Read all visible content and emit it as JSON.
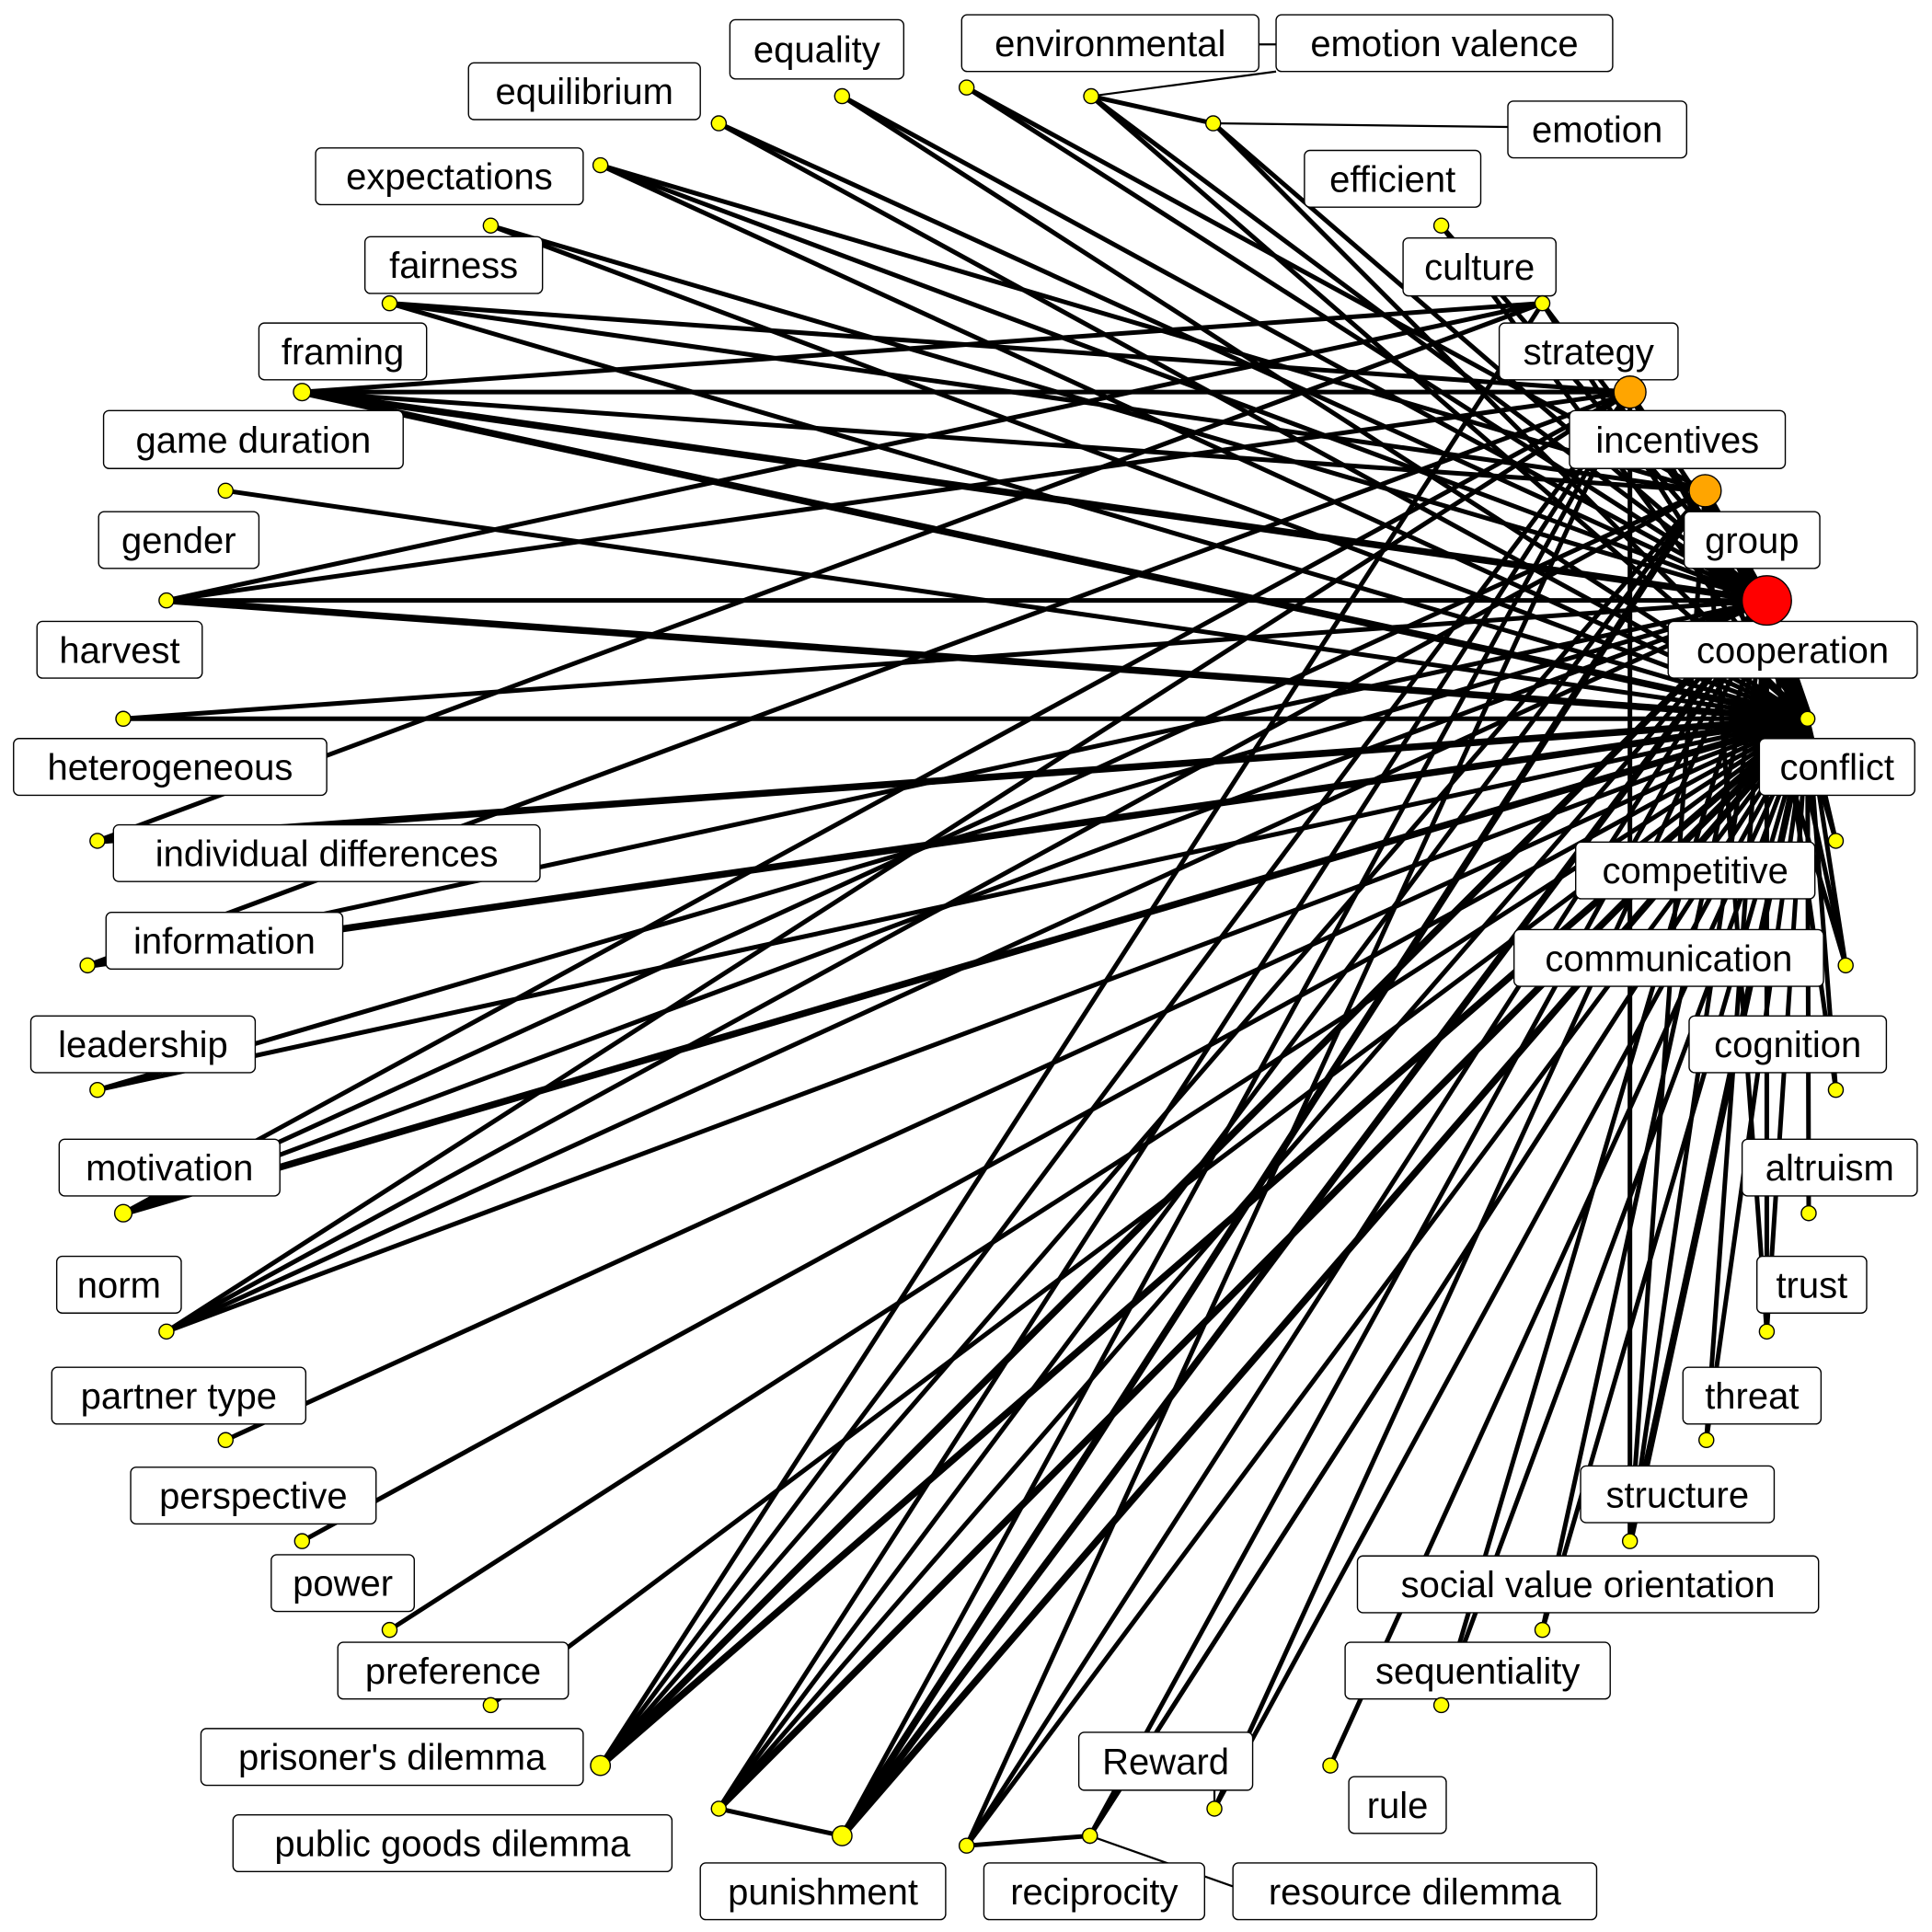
{
  "colors": {
    "edge": "#000000",
    "node_high": "#ff0000",
    "node_mid": "#ffa500",
    "node_low": "#ffff00"
  },
  "nodes": [
    {
      "id": "equality",
      "label": "equality",
      "level": "low"
    },
    {
      "id": "environmental",
      "label": "environmental",
      "level": "low"
    },
    {
      "id": "emotion_valence",
      "label": "emotion valence",
      "level": "low"
    },
    {
      "id": "equilibrium",
      "label": "equilibrium",
      "level": "low"
    },
    {
      "id": "emotion",
      "label": "emotion",
      "level": "low"
    },
    {
      "id": "expectations",
      "label": "expectations",
      "level": "low"
    },
    {
      "id": "efficient",
      "label": "efficient",
      "level": "low"
    },
    {
      "id": "culture",
      "label": "culture",
      "level": "low"
    },
    {
      "id": "fairness",
      "label": "fairness",
      "level": "low"
    },
    {
      "id": "strategy",
      "label": "strategy",
      "level": "mid"
    },
    {
      "id": "framing",
      "label": "framing",
      "level": "low"
    },
    {
      "id": "incentives",
      "label": "incentives",
      "level": "mid"
    },
    {
      "id": "game_duration",
      "label": "game duration",
      "level": "low"
    },
    {
      "id": "group",
      "label": "group",
      "level": "high"
    },
    {
      "id": "gender",
      "label": "gender",
      "level": "low"
    },
    {
      "id": "cooperation",
      "label": "cooperation",
      "level": "low"
    },
    {
      "id": "harvest",
      "label": "harvest",
      "level": "low"
    },
    {
      "id": "conflict",
      "label": "conflict",
      "level": "low"
    },
    {
      "id": "heterogeneous",
      "label": "heterogeneous",
      "level": "low"
    },
    {
      "id": "individual_differences",
      "label": "individual differences",
      "level": "low"
    },
    {
      "id": "competitive",
      "label": "competitive",
      "level": "low"
    },
    {
      "id": "communication",
      "label": "communication",
      "level": "low"
    },
    {
      "id": "information",
      "label": "information",
      "level": "low"
    },
    {
      "id": "cognition",
      "label": "cognition",
      "level": "low"
    },
    {
      "id": "leadership",
      "label": "leadership",
      "level": "low"
    },
    {
      "id": "altruism",
      "label": "altruism",
      "level": "low"
    },
    {
      "id": "motivation",
      "label": "motivation",
      "level": "low"
    },
    {
      "id": "trust",
      "label": "trust",
      "level": "low"
    },
    {
      "id": "norm",
      "label": "norm",
      "level": "low"
    },
    {
      "id": "threat",
      "label": "threat",
      "level": "low"
    },
    {
      "id": "partner_type",
      "label": "partner type",
      "level": "low"
    },
    {
      "id": "structure",
      "label": "structure",
      "level": "low"
    },
    {
      "id": "perspective",
      "label": "perspective",
      "level": "low"
    },
    {
      "id": "social_value_orientation",
      "label": "social value orientation",
      "level": "low"
    },
    {
      "id": "power",
      "label": "power",
      "level": "low"
    },
    {
      "id": "sequentiality",
      "label": "sequentiality",
      "level": "low"
    },
    {
      "id": "preference",
      "label": "preference",
      "level": "low"
    },
    {
      "id": "reward",
      "label": "Reward",
      "level": "low"
    },
    {
      "id": "prisoners_dilemma",
      "label": "prisoner's dilemma",
      "level": "low"
    },
    {
      "id": "rule",
      "label": "rule",
      "level": "low"
    },
    {
      "id": "public_goods_dilemma",
      "label": "public goods dilemma",
      "level": "low"
    },
    {
      "id": "punishment",
      "label": "punishment",
      "level": "low"
    },
    {
      "id": "reciprocity",
      "label": "reciprocity",
      "level": "low"
    },
    {
      "id": "resource_dilemma",
      "label": "resource dilemma",
      "level": "low"
    }
  ],
  "edges": [
    [
      "equality",
      "group",
      1
    ],
    [
      "equality",
      "cooperation",
      1
    ],
    [
      "environmental",
      "group",
      1
    ],
    [
      "environmental",
      "incentives",
      1
    ],
    [
      "emotion_valence",
      "emotion",
      1
    ],
    [
      "emotion_valence",
      "group",
      1
    ],
    [
      "emotion_valence",
      "cooperation",
      1
    ],
    [
      "equilibrium",
      "group",
      1
    ],
    [
      "equilibrium",
      "cooperation",
      1
    ],
    [
      "emotion",
      "cooperation",
      1
    ],
    [
      "emotion",
      "group",
      1
    ],
    [
      "expectations",
      "cooperation",
      1
    ],
    [
      "expectations",
      "incentives",
      1
    ],
    [
      "expectations",
      "group",
      1
    ],
    [
      "efficient",
      "cooperation",
      1
    ],
    [
      "efficient",
      "group",
      1
    ],
    [
      "fairness",
      "cooperation",
      1
    ],
    [
      "fairness",
      "group",
      1
    ],
    [
      "framing",
      "strategy",
      1
    ],
    [
      "framing",
      "cooperation",
      1
    ],
    [
      "framing",
      "incentives",
      1
    ],
    [
      "game_duration",
      "culture",
      1
    ],
    [
      "game_duration",
      "strategy",
      1
    ],
    [
      "game_duration",
      "incentives",
      1
    ],
    [
      "game_duration",
      "group",
      2
    ],
    [
      "game_duration",
      "cooperation",
      2
    ],
    [
      "gender",
      "cooperation",
      1
    ],
    [
      "harvest",
      "culture",
      1
    ],
    [
      "harvest",
      "strategy",
      1
    ],
    [
      "harvest",
      "group",
      1
    ],
    [
      "harvest",
      "cooperation",
      2
    ],
    [
      "heterogeneous",
      "group",
      1
    ],
    [
      "heterogeneous",
      "cooperation",
      1
    ],
    [
      "individual_differences",
      "culture",
      1
    ],
    [
      "individual_differences",
      "cooperation",
      2
    ],
    [
      "information",
      "strategy",
      1
    ],
    [
      "information",
      "group",
      1
    ],
    [
      "information",
      "cooperation",
      2
    ],
    [
      "leadership",
      "group",
      1
    ],
    [
      "leadership",
      "cooperation",
      1
    ],
    [
      "motivation",
      "strategy",
      1
    ],
    [
      "motivation",
      "incentives",
      1
    ],
    [
      "motivation",
      "group",
      1
    ],
    [
      "motivation",
      "cooperation",
      2
    ],
    [
      "norm",
      "strategy",
      1
    ],
    [
      "norm",
      "incentives",
      1
    ],
    [
      "norm",
      "group",
      1
    ],
    [
      "norm",
      "cooperation",
      1
    ],
    [
      "partner_type",
      "cooperation",
      1
    ],
    [
      "perspective",
      "cooperation",
      1
    ],
    [
      "power",
      "cooperation",
      1
    ],
    [
      "preference",
      "cooperation",
      1
    ],
    [
      "prisoners_dilemma",
      "culture",
      1
    ],
    [
      "prisoners_dilemma",
      "strategy",
      1
    ],
    [
      "prisoners_dilemma",
      "incentives",
      1
    ],
    [
      "prisoners_dilemma",
      "group",
      2
    ],
    [
      "prisoners_dilemma",
      "cooperation",
      2
    ],
    [
      "public_goods_dilemma",
      "punishment",
      1
    ],
    [
      "public_goods_dilemma",
      "strategy",
      1
    ],
    [
      "public_goods_dilemma",
      "incentives",
      1
    ],
    [
      "public_goods_dilemma",
      "group",
      1
    ],
    [
      "public_goods_dilemma",
      "cooperation",
      2
    ],
    [
      "punishment",
      "strategy",
      1
    ],
    [
      "punishment",
      "incentives",
      2
    ],
    [
      "punishment",
      "group",
      2
    ],
    [
      "punishment",
      "cooperation",
      2
    ],
    [
      "reciprocity",
      "resource_dilemma",
      1
    ],
    [
      "reciprocity",
      "strategy",
      1
    ],
    [
      "reciprocity",
      "group",
      1
    ],
    [
      "reciprocity",
      "cooperation",
      1
    ],
    [
      "reward",
      "cooperation",
      1
    ],
    [
      "reward",
      "group",
      1
    ],
    [
      "rule",
      "cooperation",
      1
    ],
    [
      "rule",
      "group",
      1
    ],
    [
      "resource_dilemma",
      "cooperation",
      1
    ],
    [
      "sequentiality",
      "cooperation",
      1
    ],
    [
      "social_value_orientation",
      "cooperation",
      1
    ],
    [
      "social_value_orientation",
      "group",
      1
    ],
    [
      "structure",
      "cooperation",
      1
    ],
    [
      "structure",
      "group",
      1
    ],
    [
      "threat",
      "cooperation",
      2
    ],
    [
      "threat",
      "group",
      1
    ],
    [
      "threat",
      "incentives",
      1
    ],
    [
      "threat",
      "strategy",
      1
    ],
    [
      "trust",
      "cooperation",
      1
    ],
    [
      "trust",
      "group",
      1
    ],
    [
      "altruism",
      "cooperation",
      1
    ],
    [
      "altruism",
      "group",
      1
    ],
    [
      "altruism",
      "incentives",
      1
    ],
    [
      "cognition",
      "cooperation",
      1
    ],
    [
      "communication",
      "cooperation",
      1
    ],
    [
      "communication",
      "group",
      1
    ],
    [
      "competitive",
      "cooperation",
      1
    ],
    [
      "competitive",
      "group",
      1
    ],
    [
      "competitive",
      "incentives",
      1
    ],
    [
      "conflict",
      "cooperation",
      1
    ],
    [
      "conflict",
      "group",
      1
    ],
    [
      "culture",
      "cooperation",
      1
    ],
    [
      "culture",
      "group",
      1
    ],
    [
      "strategy",
      "cooperation",
      2
    ],
    [
      "strategy",
      "group",
      1
    ],
    [
      "incentives",
      "cooperation",
      2
    ],
    [
      "incentives",
      "group",
      2
    ],
    [
      "group",
      "cooperation",
      3
    ]
  ]
}
